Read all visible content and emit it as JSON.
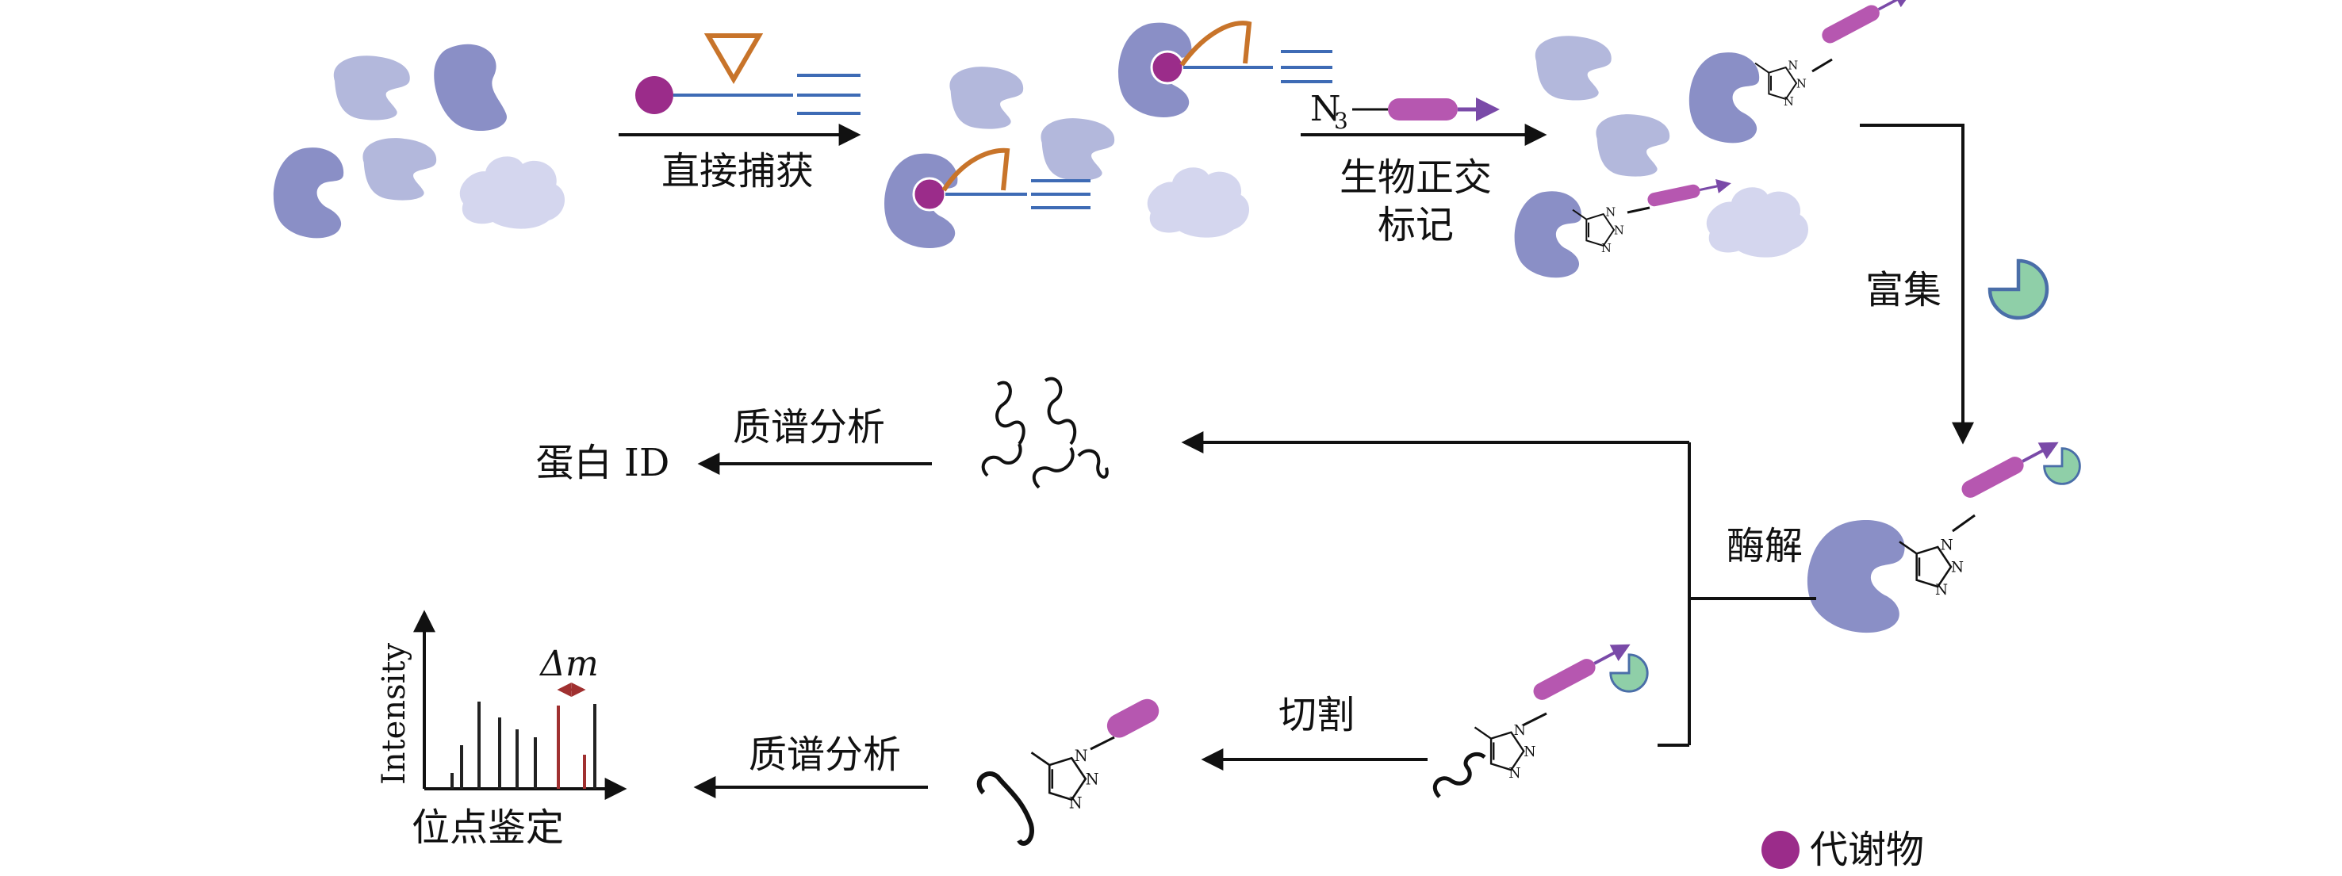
{
  "labels": {
    "direct_capture": "直接捕获",
    "bioorthogonal_line1": "生物正交",
    "bioorthogonal_line2": "标记",
    "enrichment": "富集",
    "digestion": "酶解",
    "ms_analysis_top": "质谱分析",
    "protein_id": "蛋白 ID",
    "cleavage": "切割",
    "ms_analysis_bottom": "质谱分析",
    "site_identification": "位点鉴定",
    "intensity_axis": "Intensity",
    "delta_m": "Δm",
    "legend_metabolite": "代谢物",
    "azide_n": "N",
    "azide_sub": "3"
  },
  "colors": {
    "protein_dark": "#8a8fc6",
    "protein_mid": "#b3b8dc",
    "protein_light": "#d4d6ee",
    "metabolite": "#9b2c8a",
    "linker_orange": "#c8742a",
    "probe_blue": "#3e6bb5",
    "tag_magenta": "#b657b0",
    "tag_arrow": "#7a4aa8",
    "bead_green": "#8fcfa8",
    "bead_edge": "#4a6ea8",
    "peak_black": "#222222",
    "peak_red": "#a03030"
  }
}
